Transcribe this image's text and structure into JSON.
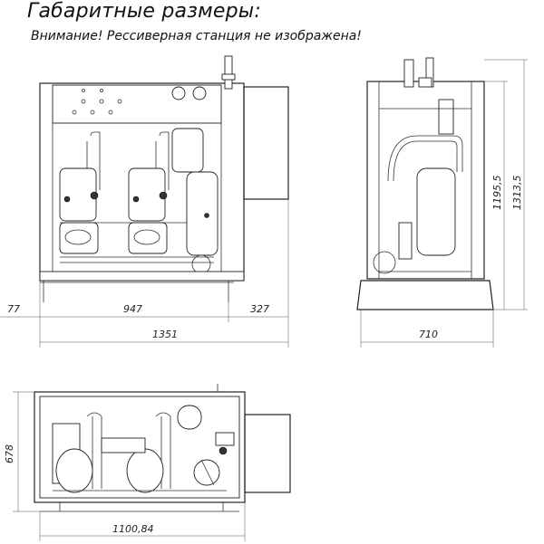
{
  "header": {
    "title": "Габаритные размеры:",
    "subtitle": "Внимание! Рессиверная станция не изображена!"
  },
  "front_view": {
    "dim_left": "77",
    "dim_middle": "947",
    "dim_right": "327",
    "dim_total_width": "1351"
  },
  "side_view": {
    "dim_height_inner": "1195,5",
    "dim_height_total": "1313,5",
    "dim_width": "710"
  },
  "top_view": {
    "dim_depth": "678",
    "dim_width": "1100,84"
  }
}
